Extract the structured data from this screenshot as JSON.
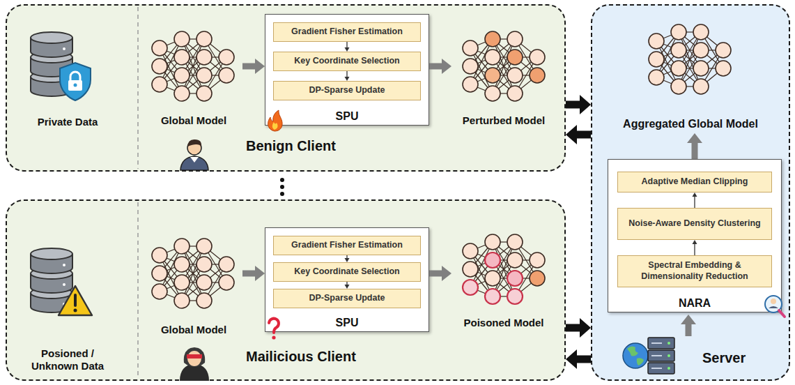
{
  "diagram": {
    "nodes": [
      {
        "text": [
          "Benign Client"
        ]
      },
      {
        "text": [
          "Private Data"
        ],
        "in": 0
      },
      {
        "text": [
          "Global Model"
        ],
        "in": 0
      },
      {
        "text": [
          "SPU"
        ],
        "in": 0
      },
      {
        "text": [
          "Gradient Fisher Estimation"
        ],
        "in": 3
      },
      {
        "text": [
          "Key Coordinate Selection"
        ],
        "in": 3
      },
      {
        "text": [
          "DP-Sparse Update"
        ],
        "in": 3
      },
      {
        "text": [
          "Perturbed Model"
        ],
        "in": 0
      },
      {
        "text": [
          "Mailicious Client"
        ]
      },
      {
        "text": [
          "Posioned / Unknown Data"
        ],
        "in": 8
      },
      {
        "text": [
          "Global Model"
        ],
        "in": 8
      },
      {
        "text": [
          "SPU"
        ],
        "in": 8
      },
      {
        "text": [
          "Gradient Fisher Estimation"
        ],
        "in": 11
      },
      {
        "text": [
          "Key Coordinate Selection"
        ],
        "in": 11
      },
      {
        "text": [
          "DP-Sparse Update"
        ],
        "in": 11
      },
      {
        "text": [
          "Poisoned Model"
        ],
        "in": 8
      },
      {
        "text": [
          "Server"
        ]
      },
      {
        "text": [
          "Aggregated Global Model"
        ],
        "in": 16
      },
      {
        "text": [
          "NARA"
        ],
        "in": 16
      },
      {
        "text": [
          "Adaptive Median Clipping"
        ],
        "in": 18
      },
      {
        "text": [
          "Noise-Aware Density Clustering"
        ],
        "in": 18
      },
      {
        "text": [
          "Spectral Embedding & Dimensionality Reduction"
        ],
        "in": 18
      }
    ],
    "edges": [
      {
        "from": 2,
        "to": 3,
        "arrow": "to"
      },
      {
        "from": 3,
        "to": 7,
        "arrow": "to"
      },
      {
        "from": 4,
        "to": 5,
        "arrow": "to"
      },
      {
        "from": 5,
        "to": 6,
        "arrow": "to"
      },
      {
        "from": 10,
        "to": 11,
        "arrow": "to"
      },
      {
        "from": 11,
        "to": 15,
        "arrow": "to"
      },
      {
        "from": 12,
        "to": 13,
        "arrow": "to"
      },
      {
        "from": 13,
        "to": 14,
        "arrow": "to"
      },
      {
        "from": 21,
        "to": 20,
        "arrow": "to"
      },
      {
        "from": 20,
        "to": 19,
        "arrow": "to"
      },
      {
        "from": 18,
        "to": 17,
        "arrow": "to"
      },
      {
        "from": 0,
        "to": 16,
        "arrow": "to"
      },
      {
        "from": 16,
        "to": 0,
        "arrow": "to"
      },
      {
        "from": 8,
        "to": 16,
        "arrow": "to"
      },
      {
        "from": 16,
        "to": 8,
        "arrow": "to"
      }
    ]
  }
}
